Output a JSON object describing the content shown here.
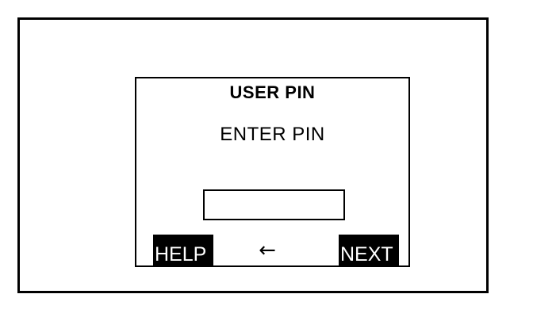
{
  "device": {
    "frame_color": "#000000",
    "background_color": "#ffffff"
  },
  "screen": {
    "title": "USER PIN",
    "prompt": "ENTER PIN",
    "panel_border_color": "#000000",
    "panel_background_color": "#ffffff"
  },
  "pin_entry": {
    "value": "",
    "placeholder": "",
    "border_color": "#000000"
  },
  "softkeys": {
    "left": {
      "label": "HELP",
      "background_color": "#000000",
      "text_color": "#ffffff"
    },
    "middle": {
      "label": "←",
      "icon": "left-arrow-icon",
      "text_color": "#000000"
    },
    "right": {
      "label": "NEXT",
      "background_color": "#000000",
      "text_color": "#ffffff"
    }
  }
}
